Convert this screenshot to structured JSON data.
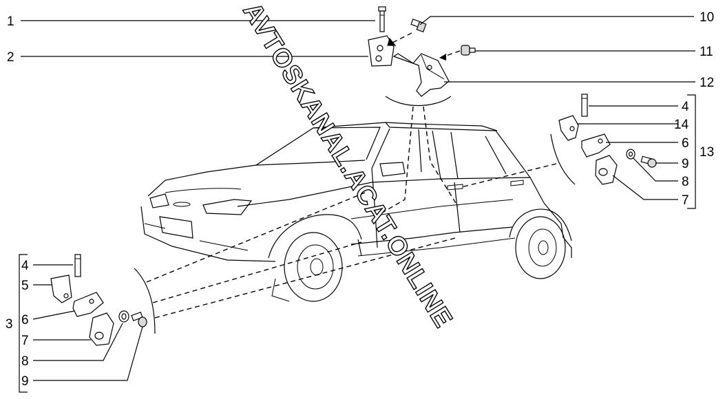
{
  "callouts": {
    "c1": "1",
    "c2": "2",
    "c10": "10",
    "c11": "11",
    "c12": "12",
    "left_group": {
      "bracket": "3",
      "items": [
        "4",
        "5",
        "6",
        "7",
        "8",
        "9"
      ]
    },
    "right_group": {
      "bracket": "13",
      "items": [
        "4",
        "14",
        "6",
        "9",
        "8",
        "7"
      ]
    }
  },
  "watermark": "AVTOSKANAL.ACAT.ONLINE"
}
